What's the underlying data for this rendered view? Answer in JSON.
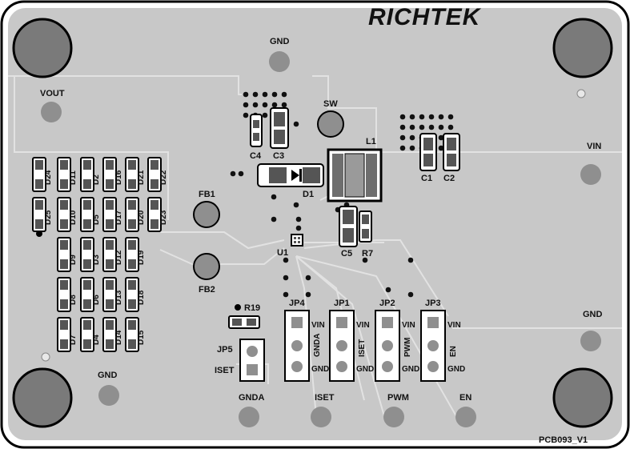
{
  "brand": "RICHTEK",
  "board_id": "PCB093_V1",
  "colors": {
    "board": "#c8c8c8",
    "pad": "#8f8f8f",
    "pad_dark": "#6e6e6e",
    "silk": "#111111",
    "trace": "#d4d4d4"
  },
  "labels": {
    "gnd_top": "GND",
    "vout": "VOUT",
    "sw": "SW",
    "l1": "L1",
    "vin_right": "VIN",
    "gnd_right": "GND",
    "fb1": "FB1",
    "fb2": "FB2",
    "u1": "U1",
    "r19": "R19",
    "jp5": "JP5",
    "iset": "ISET",
    "gnd_bottom_left": "GND",
    "c1": "C1",
    "c2": "C2",
    "c3": "C3",
    "c4": "C4",
    "c5": "C5",
    "r7": "R7",
    "d1": "D1"
  },
  "diodes": [
    "D24",
    "D11",
    "D2",
    "D16",
    "D21",
    "D22",
    "D25",
    "D10",
    "D5",
    "D17",
    "D20",
    "D23",
    "D9",
    "D3",
    "D12",
    "D19",
    "D8",
    "D6",
    "D13",
    "D18",
    "D7",
    "D4",
    "D14",
    "D15"
  ],
  "jumpers": [
    {
      "ref": "JP4",
      "mid": "GNDA",
      "top": "VIN",
      "bot": "GND"
    },
    {
      "ref": "JP1",
      "mid": "ISET",
      "top": "VIN",
      "bot": "GND"
    },
    {
      "ref": "JP2",
      "mid": "PWM",
      "top": "VIN",
      "bot": "GND"
    },
    {
      "ref": "JP3",
      "mid": "EN",
      "top": "VIN",
      "bot": "GND"
    }
  ],
  "test_points_bottom": [
    "GNDA",
    "ISET",
    "PWM",
    "EN"
  ]
}
